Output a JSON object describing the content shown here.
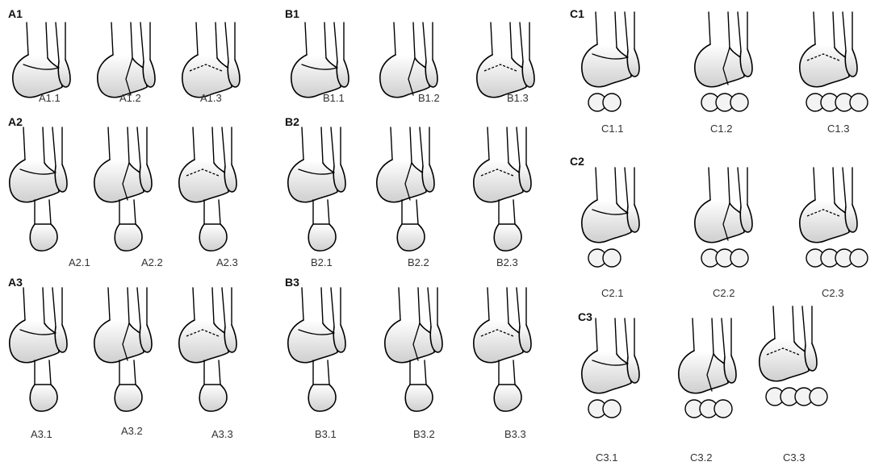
{
  "groups": [
    {
      "id": "A1",
      "label": "A1",
      "subtypes": [
        "A1.1",
        "A1.2",
        "A1.3"
      ]
    },
    {
      "id": "A2",
      "label": "A2",
      "subtypes": [
        "A2.1",
        "A2.2",
        "A2.3"
      ]
    },
    {
      "id": "A3",
      "label": "A3",
      "subtypes": [
        "A3.1",
        "A3.2",
        "A3.3"
      ]
    },
    {
      "id": "B1",
      "label": "B1",
      "subtypes": [
        "B1.1",
        "B1.2",
        "B1.3"
      ]
    },
    {
      "id": "B2",
      "label": "B2",
      "subtypes": [
        "B2.1",
        "B2.2",
        "B2.3"
      ]
    },
    {
      "id": "B3",
      "label": "B3",
      "subtypes": [
        "B3.1",
        "B3.2",
        "B3.3"
      ]
    },
    {
      "id": "C1",
      "label": "C1",
      "subtypes": [
        "C1.1",
        "C1.2",
        "C1.3"
      ]
    },
    {
      "id": "C2",
      "label": "C2",
      "subtypes": [
        "C2.1",
        "C2.2",
        "C2.3"
      ]
    },
    {
      "id": "C3",
      "label": "C3",
      "subtypes": [
        "C3.1",
        "C3.2",
        "C3.3"
      ]
    }
  ]
}
